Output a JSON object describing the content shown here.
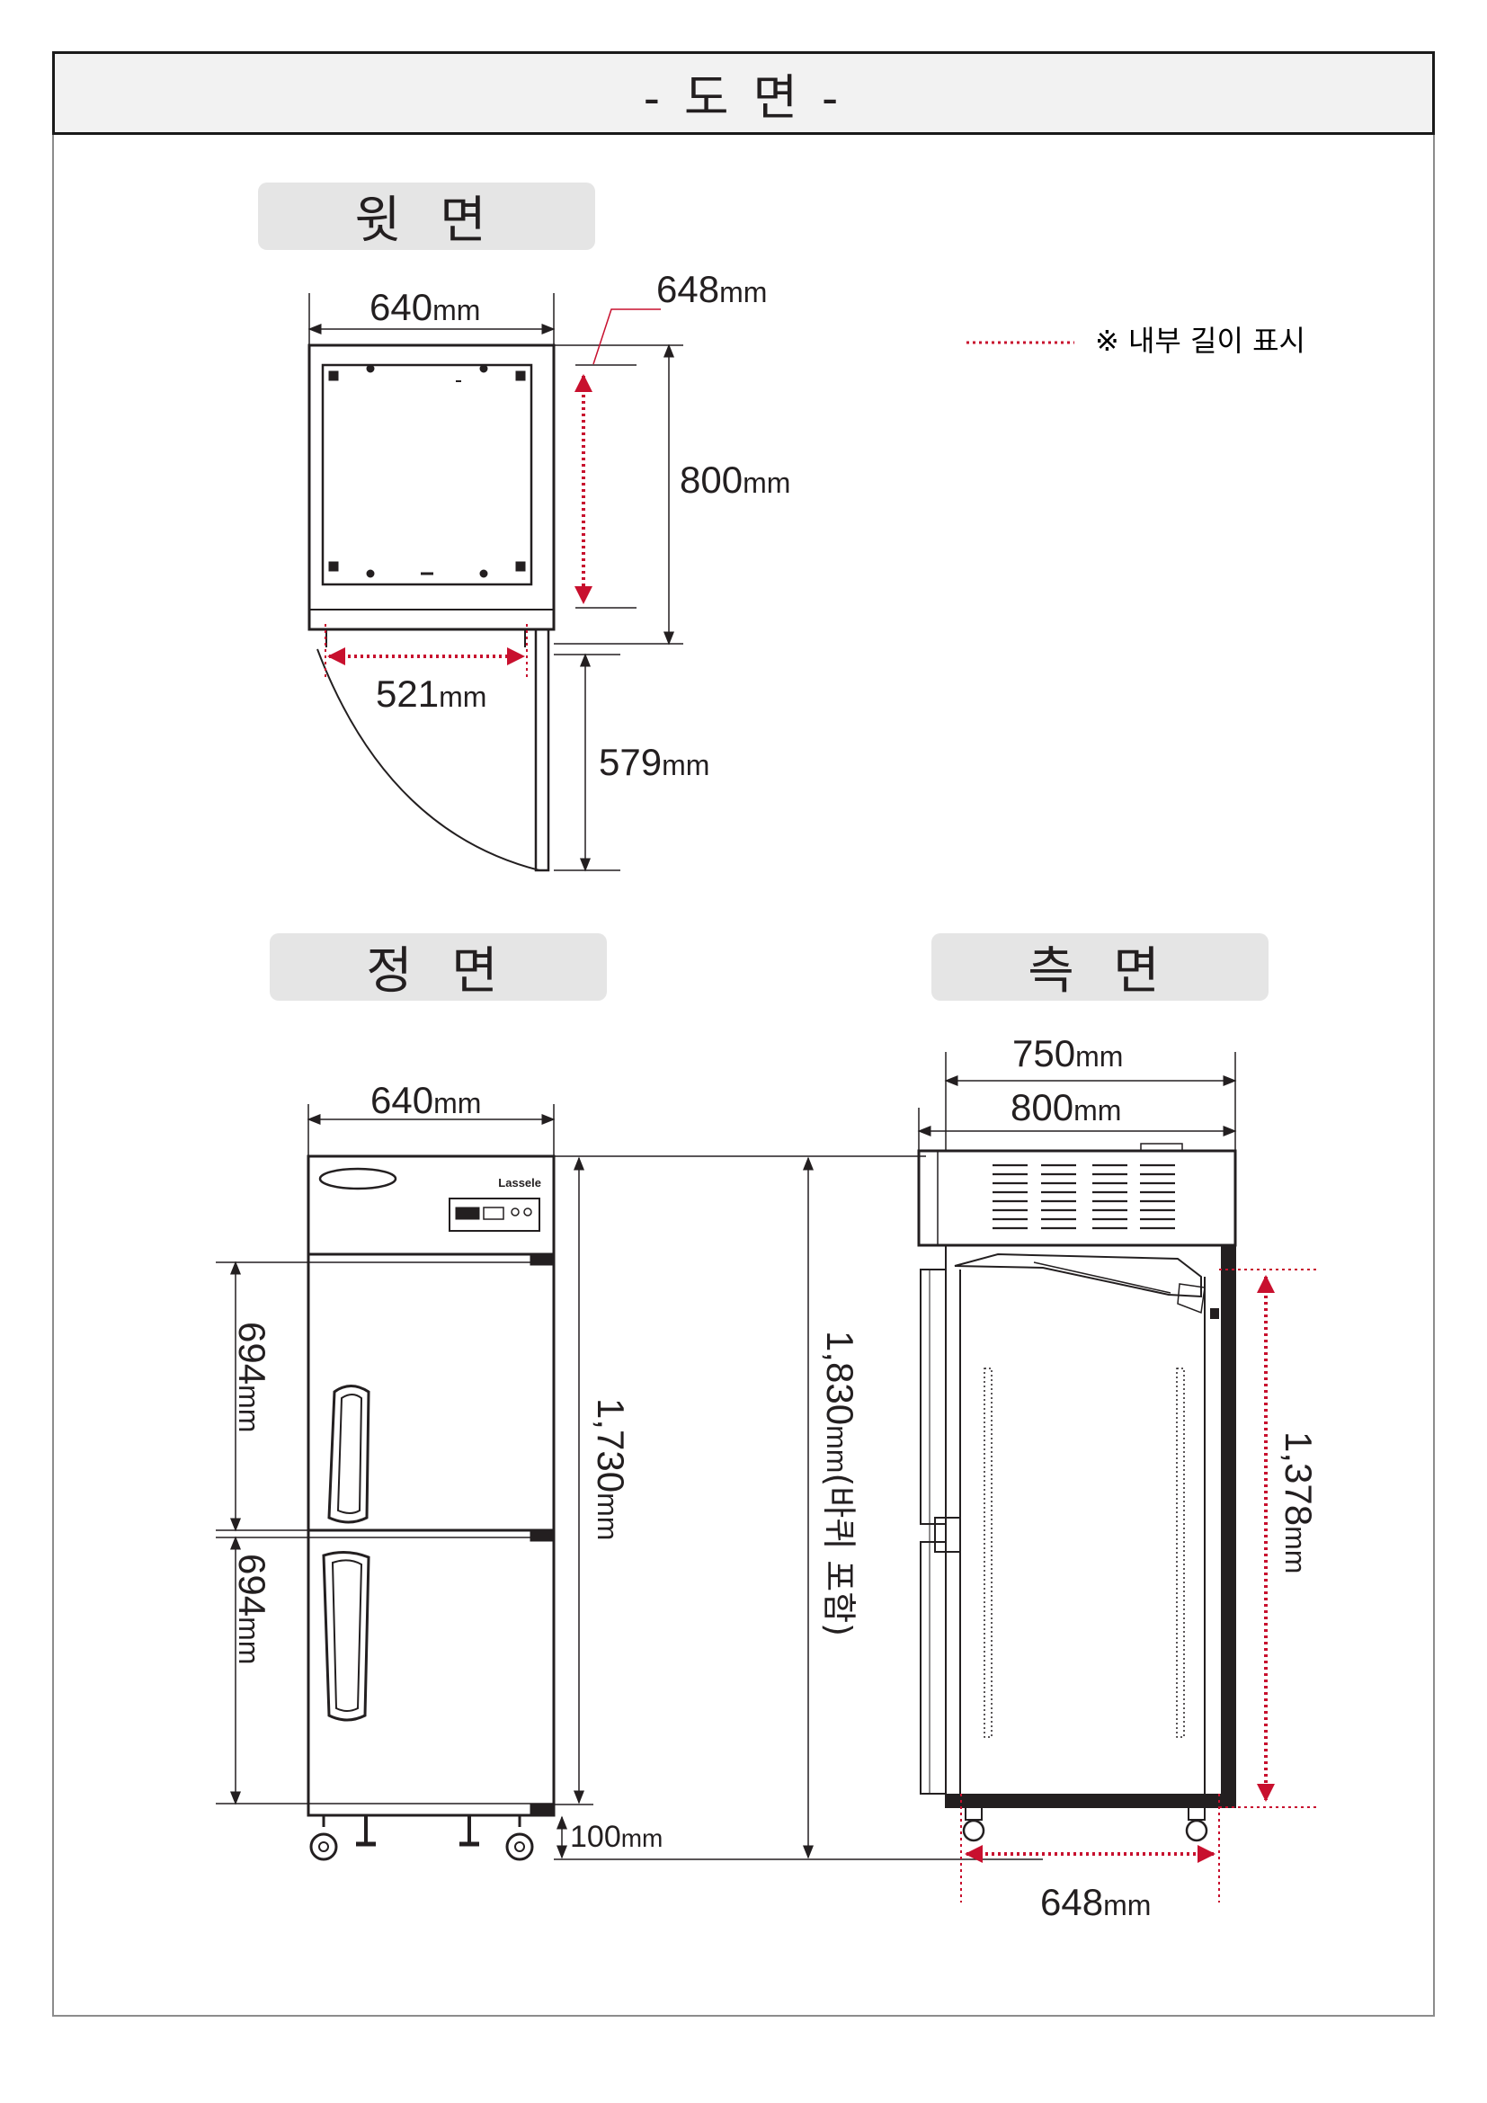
{
  "title": "- 도 면 -",
  "views": {
    "top": "윗 면",
    "front": "정 면",
    "side": "측 면"
  },
  "legend": "※ 내부 길이 표시",
  "brand": "Lassele",
  "dimensions": {
    "top_width": "640",
    "top_inner_depth": "648",
    "top_depth": "800",
    "top_inner_width": "521",
    "door_swing": "579",
    "front_width": "640",
    "door_upper": "694",
    "door_lower": "694",
    "body_height": "1,730",
    "leg_height": "100",
    "side_depth_top": "750",
    "side_depth": "800",
    "total_height": "1,830",
    "total_height_note": "(바퀴 포함)",
    "inner_height": "1,378",
    "side_inner_depth": "648",
    "unit": "mm"
  },
  "colors": {
    "red": "#c8102e",
    "line": "#231f20"
  }
}
